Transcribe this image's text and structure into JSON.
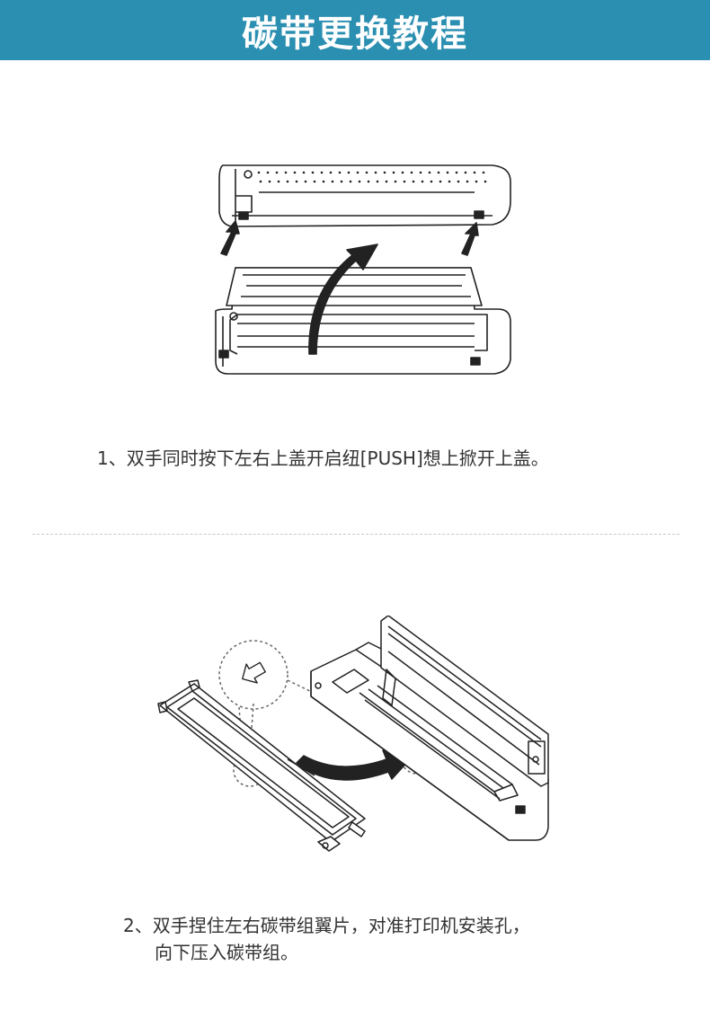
{
  "header": {
    "title": "碳带更换教程",
    "bg_color": "#2a8fb1"
  },
  "steps": [
    {
      "caption": "1、双手同时按下左右上盖开启纽[PUSH]想上掀开上盖。",
      "illustration_icon": "printer-open-lid-illustration"
    },
    {
      "caption_lines": [
        "2、双手捏住左右碳带组翼片，对准打印机安装孔，",
        "向下压入碳带组。"
      ],
      "illustration_icon": "ribbon-install-illustration"
    }
  ]
}
